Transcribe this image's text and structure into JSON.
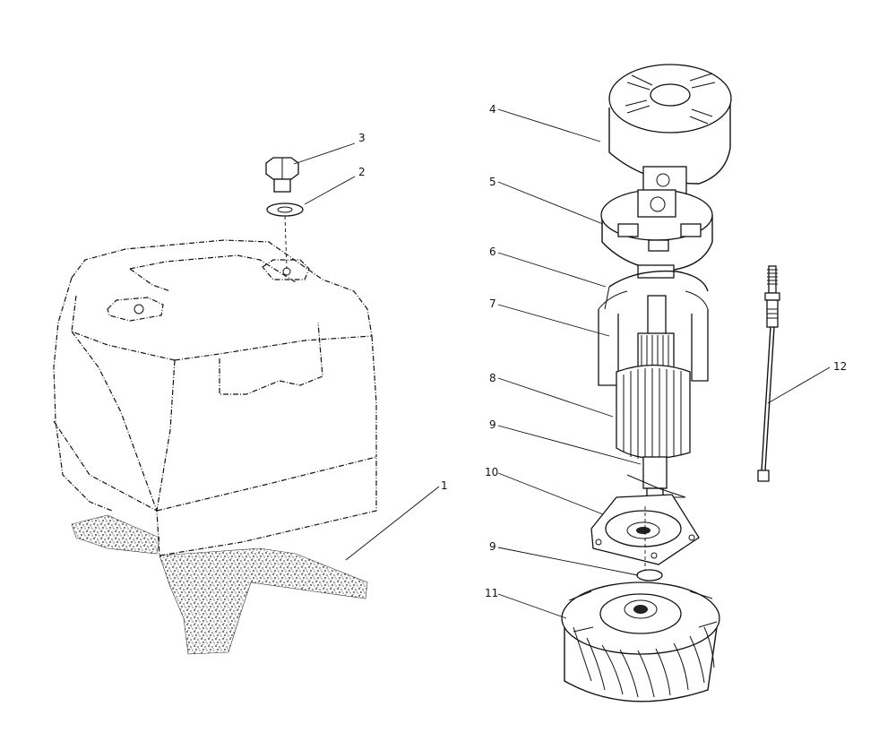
{
  "callouts": {
    "c1": "1",
    "c2": "2",
    "c3": "3",
    "c4": "4",
    "c5": "5",
    "c6": "6",
    "c7": "7",
    "c8": "8",
    "c9a": "9",
    "c10": "10",
    "c9b": "9",
    "c11": "11",
    "c12": "12"
  }
}
